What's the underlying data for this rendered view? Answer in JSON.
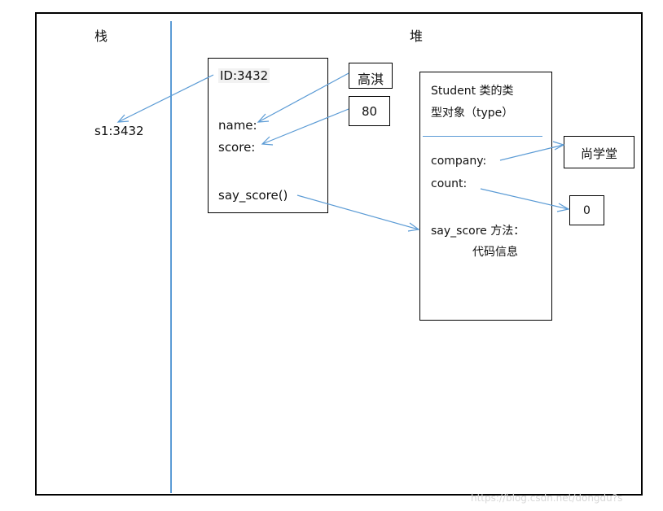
{
  "headings": {
    "stack": "栈",
    "heap": "堆"
  },
  "stack_var": "s1:3432",
  "object": {
    "id": "ID:3432",
    "name_field": "name:",
    "score_field": "score:",
    "method": "say_score()"
  },
  "values": {
    "name": "高淇",
    "score": "80"
  },
  "class_object": {
    "title_line1": "Student 类的类",
    "title_line2": "型对象（type）",
    "company_field": "company:",
    "count_field": "count:",
    "method_label": "say_score 方法：",
    "method_code": "代码信息"
  },
  "class_values": {
    "company": "尚学堂",
    "count": "0"
  },
  "watermark": "https://blog.csdn.net/dongdu?s",
  "colors": {
    "arrow": "#5b9bd5",
    "divider": "#5b9bd5",
    "border": "#000000"
  }
}
